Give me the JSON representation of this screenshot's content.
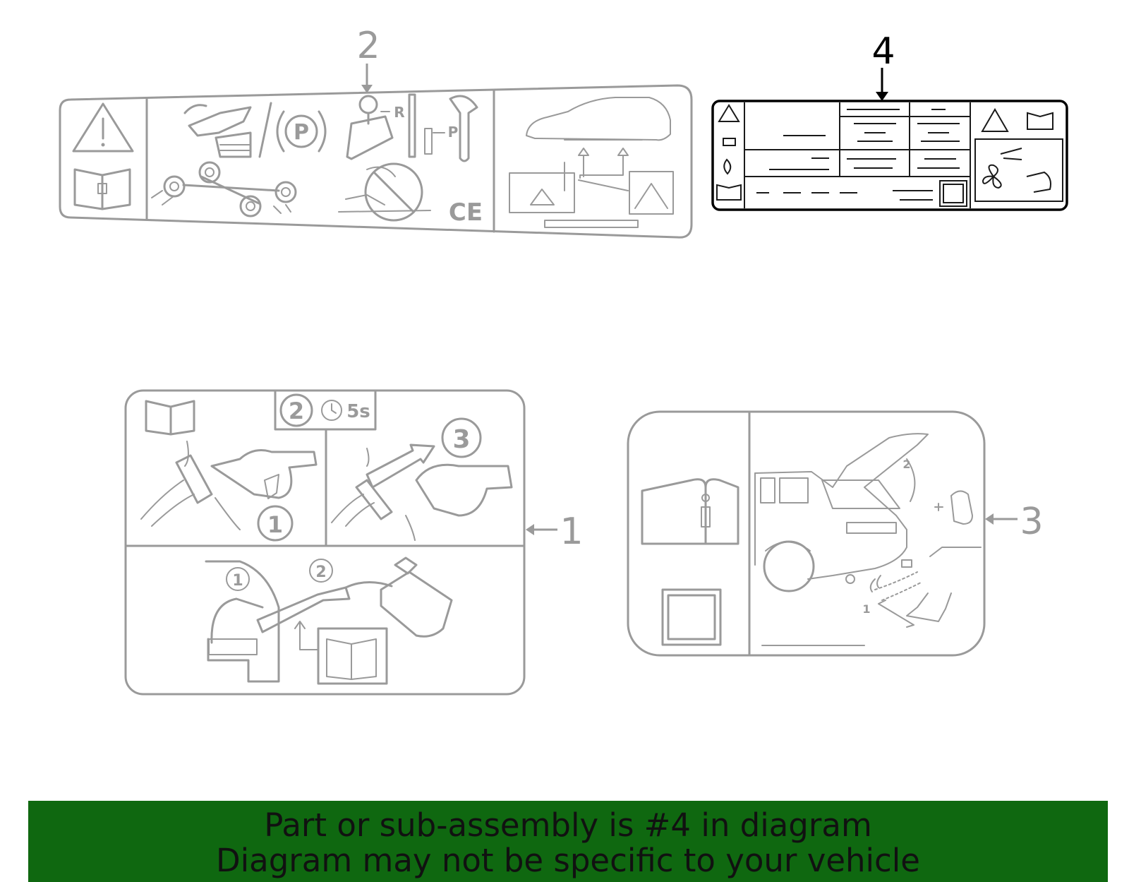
{
  "callouts": {
    "label_1": "1",
    "label_2": "2",
    "label_3": "3",
    "label_4": "4"
  },
  "label_2_glyphs": {
    "park": "P",
    "reverse": "R",
    "park_small": "P",
    "ce": "CE"
  },
  "label_1_glyphs": {
    "step_1": "1",
    "step_2": "2",
    "step_3": "3",
    "timer": "5s",
    "sub_step_1": "1",
    "sub_step_2": "2"
  },
  "label_3_glyphs": {
    "motion_1": "1",
    "motion_2": "2"
  },
  "highlight_color": "#0f6810",
  "footer": {
    "line1": "Part or sub-assembly is #4 in diagram",
    "line2": "Diagram may not be specific to your vehicle"
  }
}
